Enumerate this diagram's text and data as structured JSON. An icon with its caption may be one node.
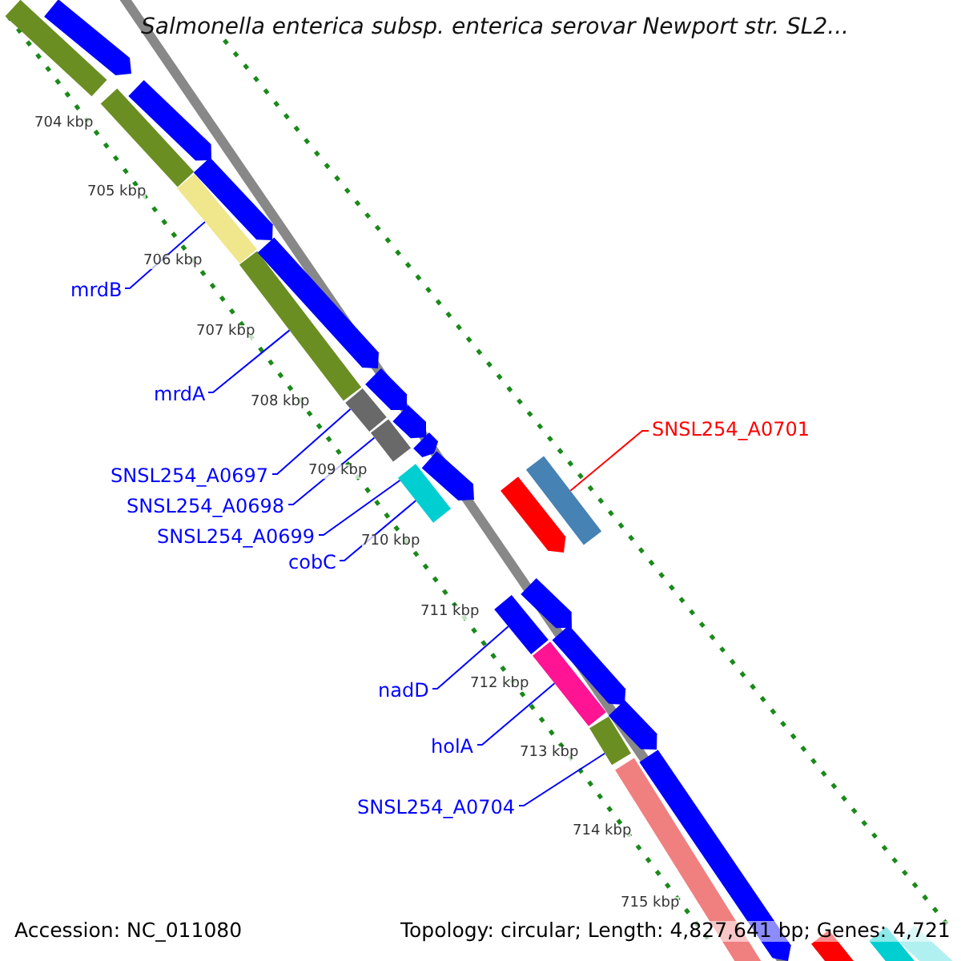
{
  "diagram": {
    "title": "Salmonella enterica subsp. enterica serovar Newport str. SL2...",
    "nodes": [
      {
        "text": [
          "SNSL254_A0701"
        ]
      },
      {
        "text": [
          "mrdB"
        ]
      },
      {
        "text": [
          "mrdA"
        ]
      },
      {
        "text": [
          "SNSL254_A0697"
        ]
      },
      {
        "text": [
          "SNSL254_A0698"
        ]
      },
      {
        "text": [
          "SNSL254_A0699"
        ]
      },
      {
        "text": [
          "cobC"
        ]
      },
      {
        "text": [
          "nadD"
        ]
      },
      {
        "text": [
          "holA"
        ]
      },
      {
        "text": [
          "SNSL254_A0704"
        ]
      },
      {
        "text": [],
        "shape": "bar"
      },
      {
        "text": [],
        "shape": "bar"
      },
      {
        "text": [],
        "shape": "bar"
      },
      {
        "text": [],
        "shape": "bar"
      },
      {
        "text": [],
        "shape": "bar"
      },
      {
        "text": [],
        "shape": "bar"
      },
      {
        "text": [],
        "shape": "bar"
      },
      {
        "text": [],
        "shape": "bar"
      },
      {
        "text": [],
        "shape": "bar"
      },
      {
        "text": [],
        "shape": "bar"
      },
      {
        "text": [],
        "shape": "bar"
      },
      {
        "text": [],
        "shape": "bar"
      },
      {
        "text": [],
        "shape": "bar"
      },
      {
        "text": [],
        "shape": "bar"
      },
      {
        "text": [],
        "shape": "bar"
      },
      {
        "text": [],
        "shape": "bar"
      },
      {
        "text": [],
        "shape": "bar"
      },
      {
        "text": [],
        "shape": "bar"
      },
      {
        "text": [],
        "shape": "bar"
      },
      {
        "text": [],
        "shape": "bar"
      },
      {
        "text": [],
        "shape": "bar"
      },
      {
        "text": [],
        "shape": "bar"
      },
      {
        "text": [],
        "shape": "bar"
      },
      {
        "text": [],
        "shape": "bar"
      },
      {
        "text": [],
        "shape": "bar"
      },
      {
        "text": [],
        "shape": "bar"
      },
      {
        "text": [],
        "shape": "bar"
      },
      {
        "text": [],
        "shape": "bar"
      }
    ],
    "edges": [
      {
        "from": 0,
        "to": 10,
        "arrow": "none",
        "color": "#ff0000"
      },
      {
        "from": 1,
        "to": 11,
        "arrow": "none"
      },
      {
        "from": 2,
        "to": 12,
        "arrow": "none"
      },
      {
        "from": 3,
        "to": 13,
        "arrow": "none"
      },
      {
        "from": 4,
        "to": 14,
        "arrow": "none"
      },
      {
        "from": 5,
        "to": 15,
        "arrow": "none"
      },
      {
        "from": 6,
        "to": 15,
        "arrow": "none"
      },
      {
        "from": 7,
        "to": 16,
        "arrow": "none"
      },
      {
        "from": 8,
        "to": 17,
        "arrow": "none"
      },
      {
        "from": 9,
        "to": 18,
        "arrow": "none"
      }
    ],
    "labels": [
      "704 kbp",
      "705 kbp",
      "706 kbp",
      "707 kbp",
      "708 kbp",
      "709 kbp",
      "710 kbp",
      "711 kbp",
      "712 kbp",
      "713 kbp",
      "714 kbp",
      "715 kbp",
      "Accession: NC_011080",
      "Topology: circular; Length: 4,827,641 bp; Genes: 4,721"
    ]
  }
}
